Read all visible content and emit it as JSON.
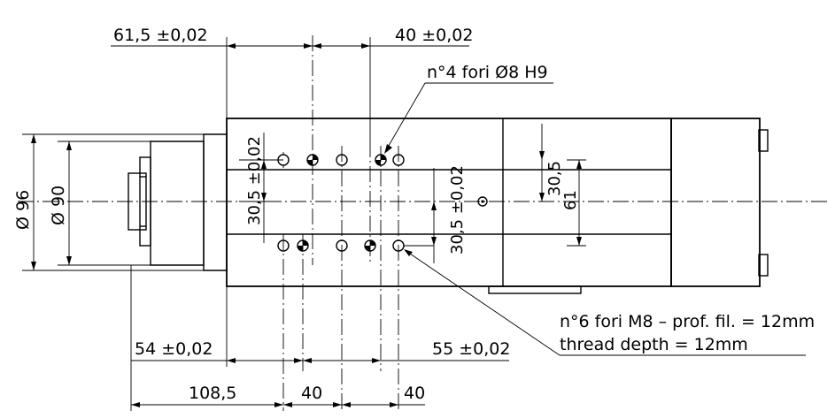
{
  "dimensions": {
    "d_61_5": "61,5 ±0,02",
    "d_40_top": "40 ±0,02",
    "d_holes_8": "n°4 fori Ø8 H9",
    "d_30_5_left": "30,5 ±0,02",
    "d_30_5_mid": "30,5 ±0,02",
    "d_30_5_right": "30,5",
    "d_61": "61",
    "d_phi96": "Ø 96",
    "d_phi90": "Ø 90",
    "d_m8_line1": "n°6 fori M8 – prof. fil. = 12mm",
    "d_m8_line2": "thread depth = 12mm",
    "d_54": "54 ±0,02",
    "d_55": "55 ±0,02",
    "d_108_5": "108,5",
    "d_40_bl": "40",
    "d_40_br": "40"
  }
}
